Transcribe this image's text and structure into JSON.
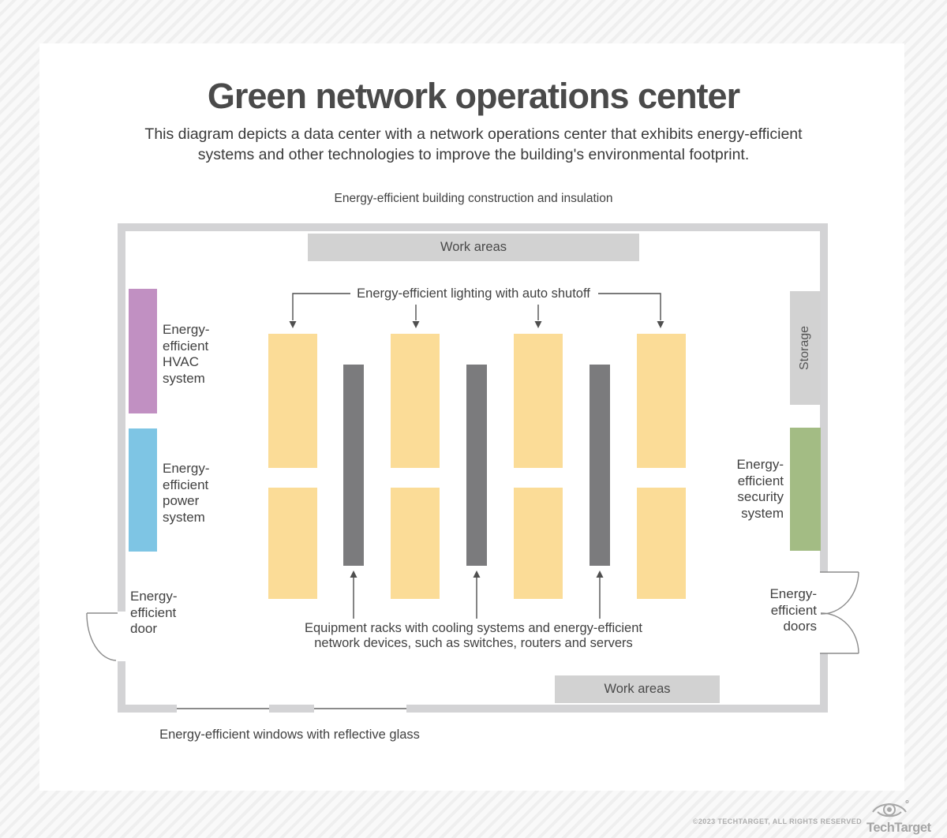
{
  "header": {
    "title": "Green network operations center",
    "subtitle_line1": "This diagram depicts a data center with a network operations center that exhibits energy-efficient",
    "subtitle_line2": "systems and other technologies to improve the building's environmental footprint."
  },
  "diagram": {
    "building_label": "Energy-efficient building construction and insulation",
    "work_area_top": "Work areas",
    "work_area_bottom": "Work areas",
    "storage_label": "Storage",
    "lighting_label": "Energy-efficient lighting with auto shutoff",
    "equipment_label_line1": "Equipment racks with cooling systems and energy-efficient",
    "equipment_label_line2": "network devices, such as switches, routers and servers",
    "windows_label": "Energy-efficient windows with reflective glass",
    "hvac_label": "Energy-\nefficient\nHVAC\nsystem",
    "power_label": "Energy-\nefficient\npower\nsystem",
    "security_label": "Energy-\nefficient\nsecurity\nsystem",
    "door_label": "Energy-\nefficient\ndoor",
    "doors_label": "Energy-\nefficient\ndoors"
  },
  "colors": {
    "hvac": "#c190c2",
    "power": "#7ec5e4",
    "security": "#a3bc84",
    "lighting_zone": "#fbdc97",
    "equipment_rack": "#7b7b7d",
    "wall": "#d3d3d5",
    "work_area": "#d2d2d2"
  },
  "footer": {
    "copyright": "©2023 TECHTARGET, ALL RIGHTS RESERVED",
    "brand": "TechTarget"
  }
}
